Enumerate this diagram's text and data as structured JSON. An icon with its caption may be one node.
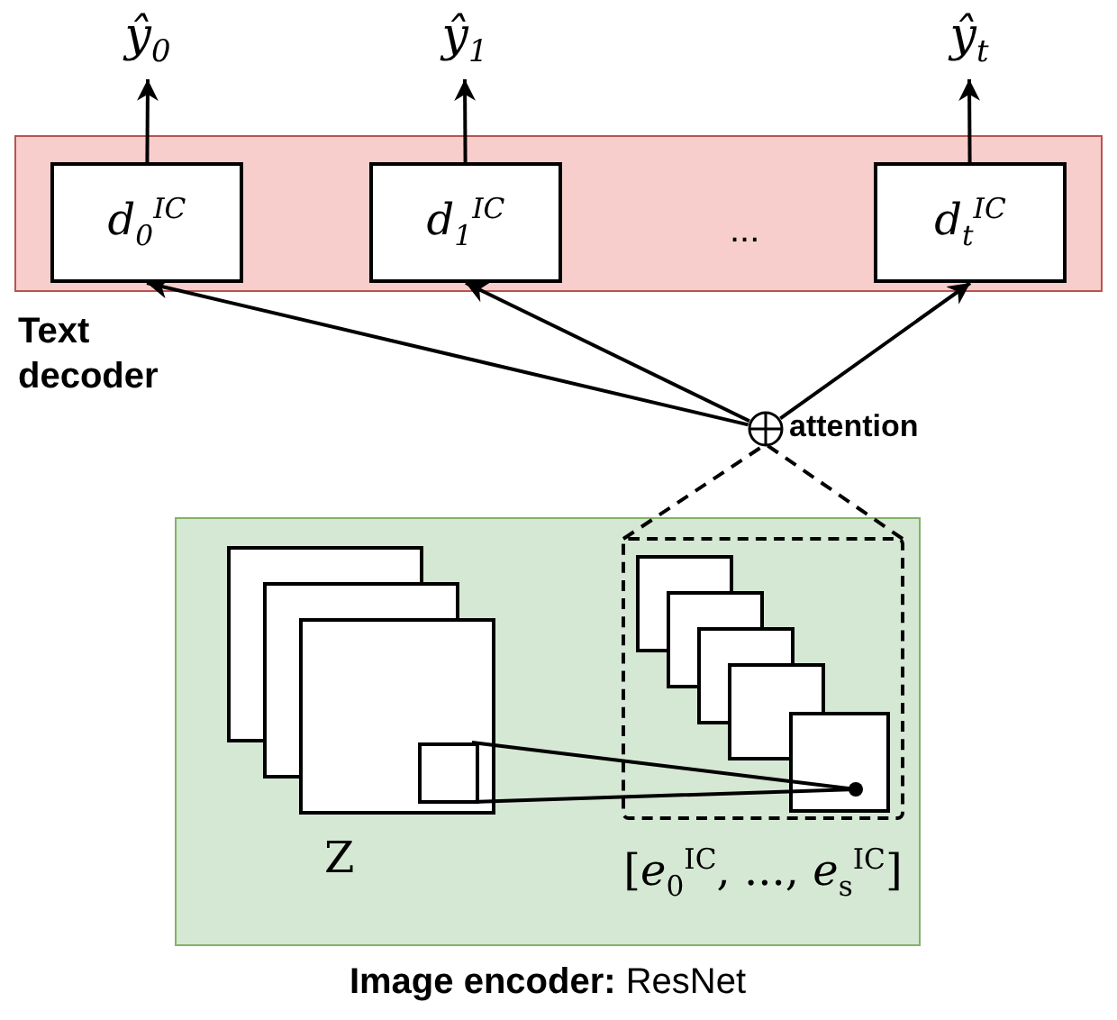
{
  "diagram": {
    "nodes": [
      {
        "text": [
          "Text decoder"
        ]
      },
      {
        "text": [
          "d$_{0}$$^{IC}$"
        ],
        "in": 0
      },
      {
        "text": [
          "d$_{1}$$^{IC}$"
        ],
        "in": 0
      },
      {
        "text": [
          "d$_{t}$$^{IC}$"
        ],
        "in": 0
      },
      {
        "text": [
          "ŷ$_{0}$"
        ]
      },
      {
        "text": [
          "ŷ$_{1}$"
        ]
      },
      {
        "text": [
          "ŷ$_{t}$"
        ]
      },
      {
        "text": [],
        "shape": "circle",
        "beside": [
          "attention"
        ]
      },
      {
        "text": [
          "**Image encoder:** ResNet"
        ]
      },
      {
        "text": [],
        "shape": "box",
        "in": 8,
        "beside": [
          "[*e*$_{0}$$^{IC}$, ..., *e*$_{s}$$^{IC}$]"
        ]
      }
    ],
    "edges": [
      {
        "from": 1,
        "to": 4,
        "arrow": "to"
      },
      {
        "from": 2,
        "to": 5,
        "arrow": "to"
      },
      {
        "from": 3,
        "to": 6,
        "arrow": "to"
      },
      {
        "from": 7,
        "to": 1,
        "arrow": "to"
      },
      {
        "from": 7,
        "to": 2,
        "arrow": "to"
      },
      {
        "from": 7,
        "to": 3,
        "arrow": "to"
      },
      {
        "from": 9,
        "to": 7,
        "arrow": "none",
        "style": "dashed"
      }
    ],
    "labels": [
      "...",
      "Z"
    ]
  }
}
